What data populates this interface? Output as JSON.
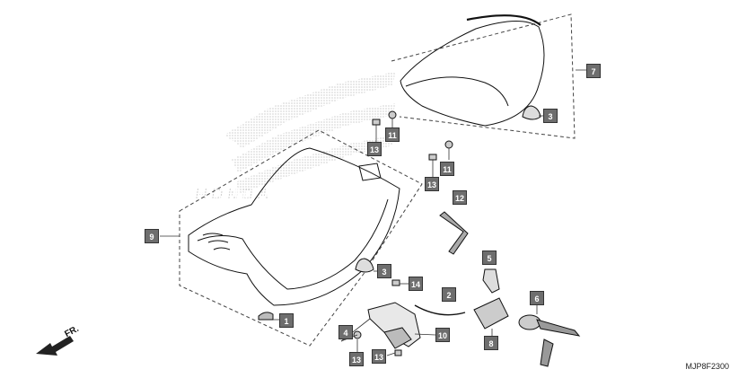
{
  "diagram_code": "MJP8F2300",
  "direction_label": "FR.",
  "watermark_text": "HONDA",
  "callouts": [
    {
      "id": "c7",
      "label": "7"
    },
    {
      "id": "c3a",
      "label": "3"
    },
    {
      "id": "c11a",
      "label": "11"
    },
    {
      "id": "c13a",
      "label": "13"
    },
    {
      "id": "c11b",
      "label": "11"
    },
    {
      "id": "c13b",
      "label": "13"
    },
    {
      "id": "c12",
      "label": "12"
    },
    {
      "id": "c9",
      "label": "9"
    },
    {
      "id": "c3b",
      "label": "3"
    },
    {
      "id": "c14",
      "label": "14"
    },
    {
      "id": "c5",
      "label": "5"
    },
    {
      "id": "c2",
      "label": "2"
    },
    {
      "id": "c6",
      "label": "6"
    },
    {
      "id": "c1",
      "label": "1"
    },
    {
      "id": "c4",
      "label": "4"
    },
    {
      "id": "c10",
      "label": "10"
    },
    {
      "id": "c8",
      "label": "8"
    },
    {
      "id": "c13c",
      "label": "13"
    },
    {
      "id": "c13d",
      "label": "13"
    }
  ]
}
